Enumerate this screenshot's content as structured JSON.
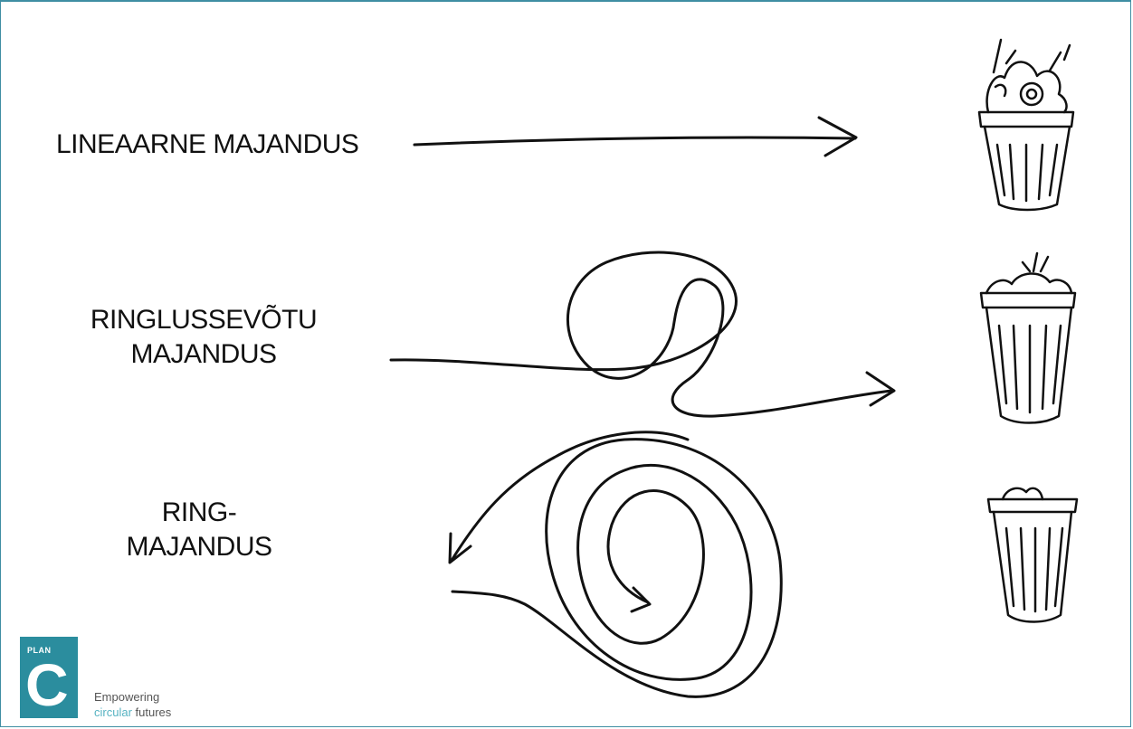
{
  "labels": {
    "linear": "LINEAARNE MAJANDUS",
    "recycling_line1": "RINGLUSSEVÕTU",
    "recycling_line2": "MAJANDUS",
    "circular_line1": "RING-",
    "circular_line2": "MAJANDUS"
  },
  "logo": {
    "word": "PLAN",
    "letter": "C",
    "tagline_line1": "Empowering",
    "tagline_line2_colored": "circular",
    "tagline_line2_rest": "futures"
  },
  "colors": {
    "accent": "#2b8d9e",
    "accent_light": "#57b3c2",
    "ink": "#111111",
    "frame": "#3f8ea3"
  },
  "icons": [
    "trash-bin-full-icon",
    "trash-bin-half-icon",
    "trash-bin-nearly-empty-icon"
  ]
}
